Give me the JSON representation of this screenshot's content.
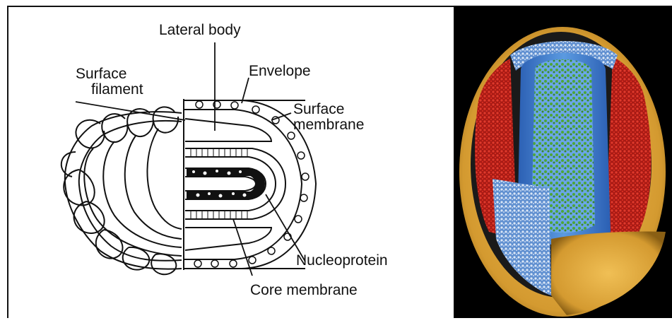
{
  "labels": {
    "lateral_body": "Lateral body",
    "surface_filament_line1": "Surface",
    "surface_filament_line2": "filament",
    "envelope": "Envelope",
    "surface_membrane_line1": "Surface",
    "surface_membrane_line2": "membrane",
    "nucleoprotein": "Nucleoprotein",
    "core_membrane": "Core membrane"
  },
  "colors": {
    "line": "#111111",
    "outer_shell": "#d9a23a",
    "inner_blue": "#3f7fd0",
    "red_layer": "#c8261e",
    "green_core": "#4ea637",
    "background_right": "#000000"
  }
}
